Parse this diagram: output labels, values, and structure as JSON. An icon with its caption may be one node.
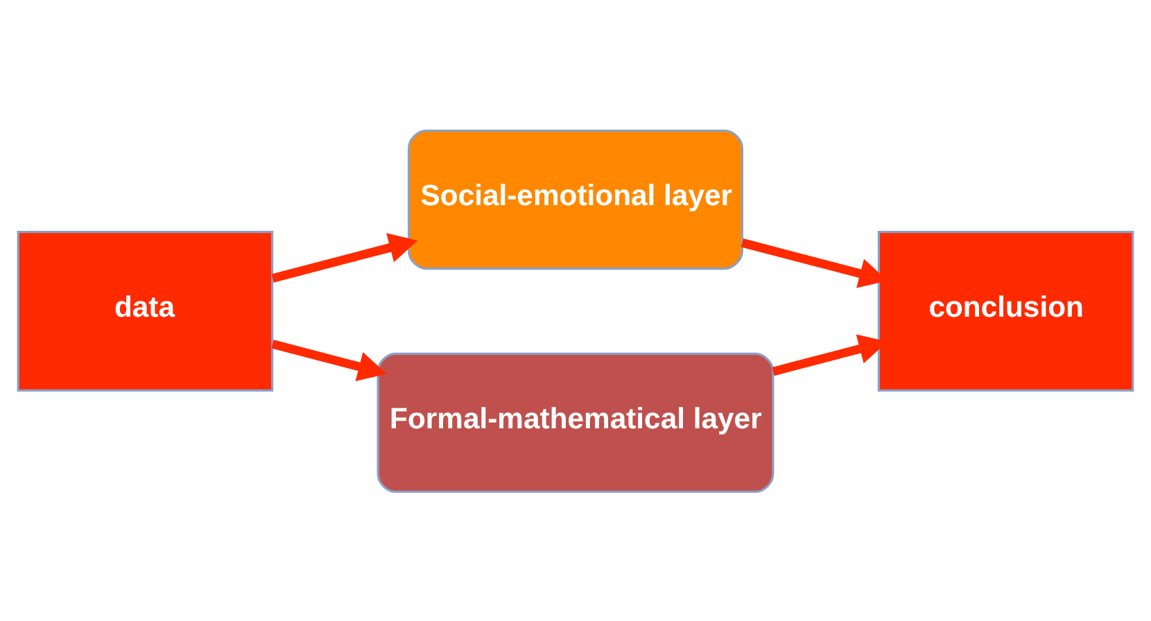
{
  "diagram": {
    "nodes": [
      {
        "text": [
          "data"
        ]
      },
      {
        "text": [
          "Social-emotional layer"
        ]
      },
      {
        "text": [
          "Formal-mathematical layer"
        ]
      },
      {
        "text": [
          "conclusion"
        ]
      }
    ],
    "edges": [
      {
        "from": 0,
        "to": 1,
        "arrow": "to"
      },
      {
        "from": 1,
        "to": 3,
        "arrow": "to"
      },
      {
        "from": 0,
        "to": 2,
        "arrow": "to"
      },
      {
        "from": 2,
        "to": 3,
        "arrow": "to"
      }
    ]
  }
}
